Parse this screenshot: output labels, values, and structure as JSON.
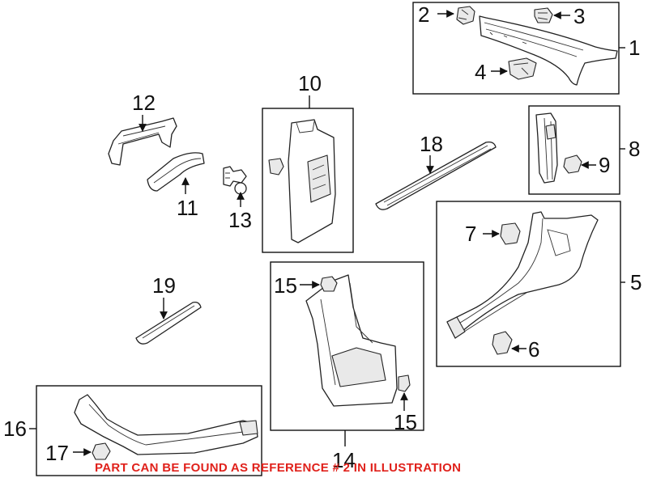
{
  "callouts": {
    "c1": "1",
    "c2": "2",
    "c3": "3",
    "c4": "4",
    "c5": "5",
    "c6": "6",
    "c7": "7",
    "c8": "8",
    "c9": "9",
    "c10": "10",
    "c11": "11",
    "c12": "12",
    "c13": "13",
    "c14": "14",
    "c15a": "15",
    "c15b": "15",
    "c16": "16",
    "c17": "17",
    "c18": "18",
    "c19": "19"
  },
  "notice": "PART CAN BE FOUND AS REFERENCE # 2 IN ILLUSTRATION",
  "colors": {
    "notice": "#e0211b",
    "line": "#111111",
    "background": "#ffffff"
  }
}
